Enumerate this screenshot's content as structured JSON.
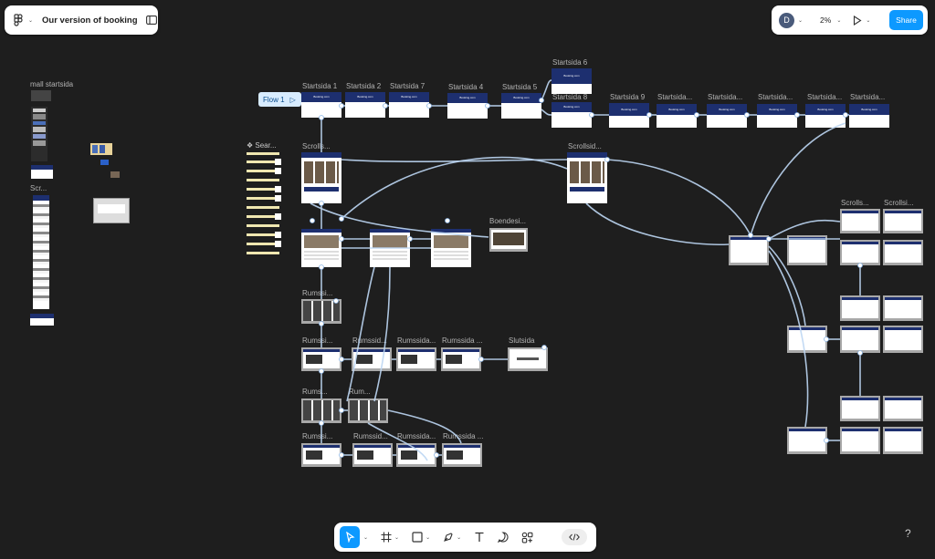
{
  "file": {
    "title": "Our version of booking"
  },
  "toolbar_right": {
    "avatar_initial": "D",
    "zoom": "2%",
    "share_label": "Share"
  },
  "canvas": {
    "flow_badge": "Flow 1",
    "components_label": "❖ Sear...",
    "mall_label": "mall startsida",
    "scr_label": "Scr...",
    "frames": {
      "startsida1": "Startsida 1",
      "startsida2": "Startsida 2",
      "startsida7": "Startsida 7",
      "startsida4": "Startsida 4",
      "startsida5": "Startsida 5",
      "startsida6": "Startsida 6",
      "startsida8": "Startsida 8",
      "startsida9": "Startsida 9",
      "startsida_a": "Startsida...",
      "startsida_b": "Startsida...",
      "startsida_c": "Startsida...",
      "startsida_d": "Startsida...",
      "startsida_e": "Startsida...",
      "scroll1": "Scrolls...",
      "scroll2": "Scrollsid...",
      "boende": "Boendesi...",
      "rumssida": "Rumssi...",
      "rumssida2": "Rumssid...",
      "rumssida3": "Rumssida...",
      "rumssida4": "Rumssida ...",
      "slutsida": "Slutsida",
      "rums_a": "Rums...",
      "rums_b": "Rum...",
      "rums_c": "Rumssi...",
      "rums_d": "Rumssid...",
      "rums_e": "Rumssida...",
      "rums_f": "Rumssida ...",
      "scrolls_r1": "Scrolls...",
      "scrolls_r2": "Scrollsi..."
    },
    "brand": "Booking.com"
  },
  "help": "?"
}
